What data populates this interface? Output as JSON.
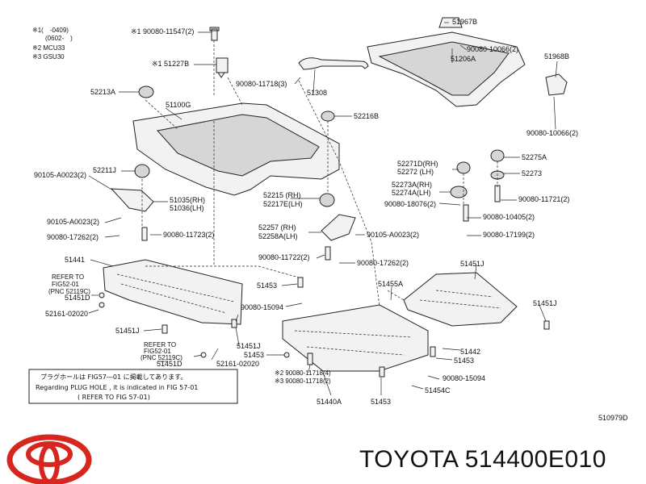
{
  "header_notes": [
    "※1(　-0409)",
    "(0602-　)",
    "※2 MCU33",
    "※3 GSU30"
  ],
  "parts": [
    {
      "id": "p01",
      "label": "※1 90080-11547(2)"
    },
    {
      "id": "p02",
      "label": "※1 51227B"
    },
    {
      "id": "p03",
      "label": "90080-11718(3)"
    },
    {
      "id": "p04",
      "label": "51308"
    },
    {
      "id": "p05",
      "label": "51967B"
    },
    {
      "id": "p06",
      "label": "90080-10066(2)"
    },
    {
      "id": "p07",
      "label": "51206A"
    },
    {
      "id": "p08",
      "label": "51968B"
    },
    {
      "id": "p09",
      "label": "90080-10066(2)"
    },
    {
      "id": "p10",
      "label": "52213A"
    },
    {
      "id": "p11",
      "label": "51100G"
    },
    {
      "id": "p12",
      "label": "52216B"
    },
    {
      "id": "p13",
      "label": "52275A"
    },
    {
      "id": "p14",
      "label": "52273"
    },
    {
      "id": "p15",
      "label": "52271D(RH)"
    },
    {
      "id": "p16",
      "label": "52272 (LH)"
    },
    {
      "id": "p17",
      "label": "90105-A0023(2)"
    },
    {
      "id": "p18",
      "label": "52211J"
    },
    {
      "id": "p19",
      "label": "51035(RH)"
    },
    {
      "id": "p20",
      "label": "51036(LH)"
    },
    {
      "id": "p21",
      "label": "52215 (RH)"
    },
    {
      "id": "p22",
      "label": "52217E(LH)"
    },
    {
      "id": "p23",
      "label": "52273A(RH)"
    },
    {
      "id": "p24",
      "label": "52274A(LH)"
    },
    {
      "id": "p25",
      "label": "90080-18076(2)"
    },
    {
      "id": "p26",
      "label": "90080-11721(2)"
    },
    {
      "id": "p27",
      "label": "90105-A0023(2)"
    },
    {
      "id": "p28",
      "label": "90080-10405(2)"
    },
    {
      "id": "p29",
      "label": "90080-17262(2)"
    },
    {
      "id": "p30",
      "label": "90080-11723(2)"
    },
    {
      "id": "p31",
      "label": "52257 (RH)"
    },
    {
      "id": "p32",
      "label": "52258A(LH)"
    },
    {
      "id": "p33",
      "label": "90105-A0023(2)"
    },
    {
      "id": "p34",
      "label": "90080-17199(2)"
    },
    {
      "id": "p35",
      "label": "51441"
    },
    {
      "id": "p36",
      "label": "90080-11722(2)"
    },
    {
      "id": "p37",
      "label": "90080-17262(2)"
    },
    {
      "id": "p38",
      "label": "51451J"
    },
    {
      "id": "p39",
      "label": "REFER TO"
    },
    {
      "id": "p40",
      "label": "FIG52-01"
    },
    {
      "id": "p41",
      "label": "(PNC 52119C)"
    },
    {
      "id": "p42",
      "label": "51451D"
    },
    {
      "id": "p43",
      "label": "51453"
    },
    {
      "id": "p44",
      "label": "51455A"
    },
    {
      "id": "p45",
      "label": "90080-15094"
    },
    {
      "id": "p46",
      "label": "52161-02020"
    },
    {
      "id": "p47",
      "label": "51451J"
    },
    {
      "id": "p48",
      "label": "51451J"
    },
    {
      "id": "p49",
      "label": "51451J"
    },
    {
      "id": "p50",
      "label": "REFER TO"
    },
    {
      "id": "p51",
      "label": "FIG52-01"
    },
    {
      "id": "p52",
      "label": "(PNC 52119C)"
    },
    {
      "id": "p53",
      "label": "51453"
    },
    {
      "id": "p54",
      "label": "51442"
    },
    {
      "id": "p55",
      "label": "51451D"
    },
    {
      "id": "p56",
      "label": "52161-02020"
    },
    {
      "id": "p57",
      "label": "51453"
    },
    {
      "id": "p58",
      "label": "※2 90080-11718(4)"
    },
    {
      "id": "p59",
      "label": "※3 90080-11718(2)"
    },
    {
      "id": "p60",
      "label": "90080-15094"
    },
    {
      "id": "p61",
      "label": "51454C"
    },
    {
      "id": "p62",
      "label": "51440A"
    },
    {
      "id": "p63",
      "label": "51453"
    }
  ],
  "note_box": {
    "line1": "プラグホールは FIG57―01 に掲載してあります。",
    "line2": "Regarding  PLUG HOLE , it is indicated  in  FIG 57-01",
    "line3": "( REFER TO FIG 57-01)"
  },
  "doc_id": "510979D",
  "caption": "TOYOTA 514400E010",
  "logo": "toyota-emblem"
}
